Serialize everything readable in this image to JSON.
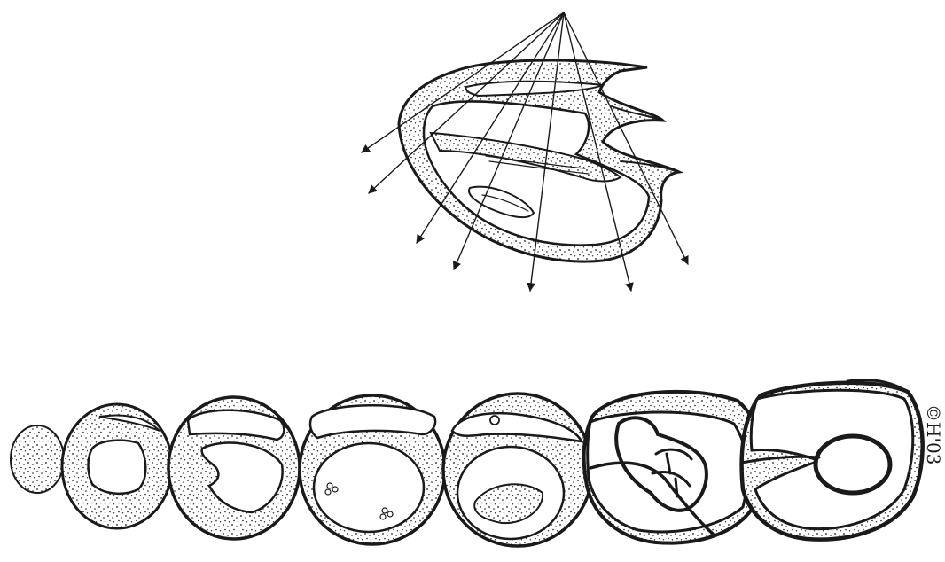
{
  "figure": {
    "signature": "©H'03",
    "ink_color": "#1a1a1a",
    "paper_color": "#ffffff",
    "panels": [
      "section-plan-with-cut-lines",
      "serial-cross-sections"
    ]
  }
}
